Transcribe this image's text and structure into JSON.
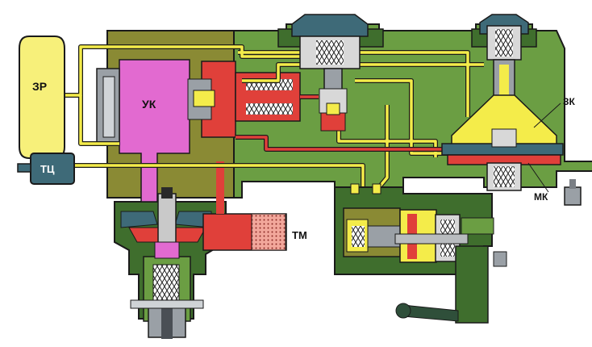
{
  "labels": {
    "zr": "ЗР",
    "tc": "ТЦ",
    "uk": "УК",
    "tm": "ТМ",
    "zk": "ЗК",
    "mk": "МК"
  },
  "colors": {
    "dark_green": "#3f6e2d",
    "body_green": "#6b9e43",
    "olive": "#8a8a34",
    "yellow": "#f4ec4a",
    "red": "#e0403a",
    "pink": "#e26ad0",
    "blue_grey": "#3e6a78",
    "outline": "#1a1a1a"
  }
}
